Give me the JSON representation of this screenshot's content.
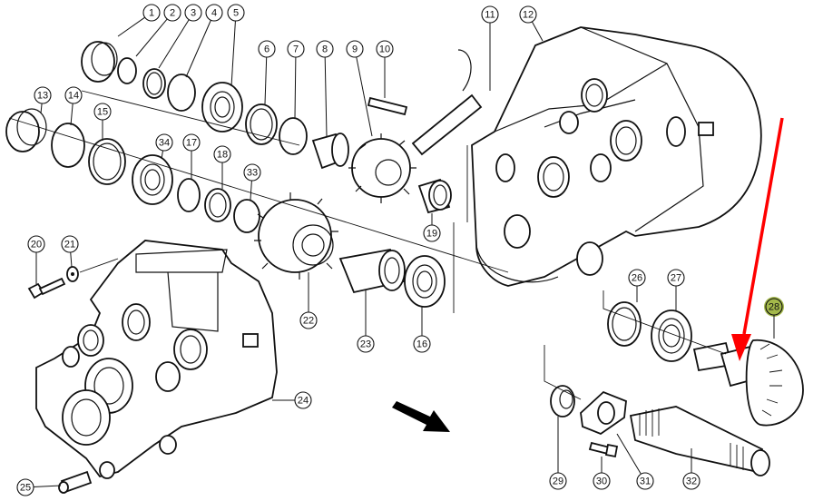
{
  "diagram": {
    "type": "exploded-parts-view",
    "subject": "gearbox assembly",
    "highlight_color": "#a3b84a",
    "pointer_arrow_color": "#ff0000",
    "direction_arrow_color": "#000000",
    "highlighted_part": "28",
    "callouts": [
      {
        "id": "1",
        "label": "1"
      },
      {
        "id": "2",
        "label": "2"
      },
      {
        "id": "3",
        "label": "3"
      },
      {
        "id": "4",
        "label": "4"
      },
      {
        "id": "5",
        "label": "5"
      },
      {
        "id": "6",
        "label": "6"
      },
      {
        "id": "7",
        "label": "7"
      },
      {
        "id": "8",
        "label": "8"
      },
      {
        "id": "9",
        "label": "9"
      },
      {
        "id": "10",
        "label": "10"
      },
      {
        "id": "11",
        "label": "11"
      },
      {
        "id": "12",
        "label": "12"
      },
      {
        "id": "13",
        "label": "13"
      },
      {
        "id": "14",
        "label": "14"
      },
      {
        "id": "15",
        "label": "15"
      },
      {
        "id": "16",
        "label": "16"
      },
      {
        "id": "17",
        "label": "17"
      },
      {
        "id": "18",
        "label": "18"
      },
      {
        "id": "19",
        "label": "19"
      },
      {
        "id": "20",
        "label": "20"
      },
      {
        "id": "21",
        "label": "21"
      },
      {
        "id": "22",
        "label": "22"
      },
      {
        "id": "23",
        "label": "23"
      },
      {
        "id": "24",
        "label": "24"
      },
      {
        "id": "25",
        "label": "25"
      },
      {
        "id": "26",
        "label": "26"
      },
      {
        "id": "27",
        "label": "27"
      },
      {
        "id": "28",
        "label": "28"
      },
      {
        "id": "29",
        "label": "29"
      },
      {
        "id": "30",
        "label": "30"
      },
      {
        "id": "31",
        "label": "31"
      },
      {
        "id": "32",
        "label": "32"
      },
      {
        "id": "33",
        "label": "33"
      },
      {
        "id": "34",
        "label": "34"
      }
    ]
  }
}
